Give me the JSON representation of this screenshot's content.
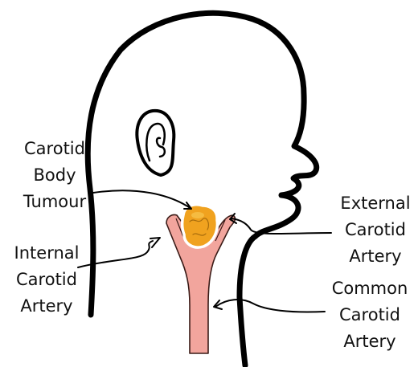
{
  "labels": {
    "carotid_body_tumour": [
      "Carotid",
      "Body",
      "Tumour"
    ],
    "internal_carotid_artery": [
      "Internal",
      "Carotid",
      "Artery"
    ],
    "external_carotid_artery": [
      "External",
      "Carotid",
      "Artery"
    ],
    "common_carotid_artery": [
      "Common",
      "Carotid",
      "Artery"
    ]
  },
  "colors": {
    "outline": "#000000",
    "artery_fill": "#f2a59d",
    "artery_stroke": "#3a1b17",
    "tumour_fill": "#f0a21f",
    "tumour_highlight": "#f6c24a",
    "tumour_stroke": "#7a4a00",
    "text": "#111111"
  }
}
